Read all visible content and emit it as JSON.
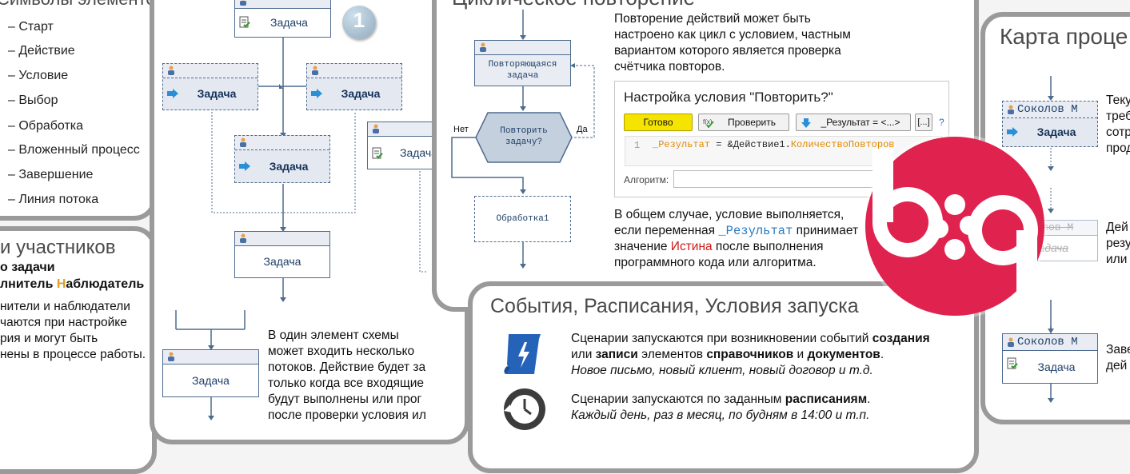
{
  "legend": {
    "title": "Символы элементов",
    "items": [
      "– Старт",
      "– Действие",
      "– Условие",
      "– Выбор",
      "– Обработка",
      "– Вложенный процесс",
      "– Завершение",
      "– Линия потока"
    ]
  },
  "participants": {
    "title": "и участников",
    "line1": "о задачи",
    "line2a": "лнитель ",
    "line2b": "Н",
    "line2c": "аблюдатель",
    "body": [
      "нители и наблюдатели",
      "чаются при настройке",
      "рия и могут быть",
      "нены в процессе работы."
    ]
  },
  "flow": {
    "badge": "1",
    "task": "Задача",
    "desc": [
      "В один элемент схемы",
      "может входить несколько",
      "потоков. Действие будет за",
      "только когда все входящие",
      "будут выполнены или прог",
      "после проверки условия ил"
    ]
  },
  "loop": {
    "title": "Циклическое повторение",
    "intro": [
      "Повторение действий может быть",
      "настроено как цикл с условием, частным",
      "вариантом которого является проверка",
      "счётчика повторов."
    ],
    "repeat_node": "Повторяющаяся задача",
    "cond_node": [
      "Повторить",
      "задачу?"
    ],
    "no": "Нет",
    "yes": "Да",
    "process_node": "Обработка1",
    "dialog_title": "Настройка условия \"Повторить?\"",
    "btn_ready": "Готово",
    "btn_check": "Проверить",
    "btn_result": "_Результат = <...>",
    "btn_dots": "[...]",
    "btn_help": "?",
    "code_line_no": "1",
    "code_var": "_Результат",
    "code_mid": " = &Действие1.",
    "code_prop": "КоличествоПовторов",
    "algo_label": "Алгоритм:",
    "outro_1": "В общем случае, условие выполняется,",
    "outro_2a": "если переменная ",
    "outro_2b": "_Результат",
    "outro_2c": " принимает",
    "outro_3a": "значение ",
    "outro_3b": "Истина",
    "outro_3c": "  после выполнения",
    "outro_4": "программного кода или алгоритма."
  },
  "events": {
    "title": "События, Расписания, Условия запуска",
    "p1": [
      "Сценарии запускаются при возникновении событий ",
      "создания",
      "или ",
      "записи",
      " элементов ",
      "справочников",
      " и ",
      "документов",
      "."
    ],
    "p1_italic": "Новое письмо, новый клиент, новый договор и т.д.",
    "p2a": "Сценарии запускаются по заданным ",
    "p2b": "расписаниям",
    "p2c": ".",
    "p2_italic": "Каждый день, раз в месяц, по будням в 14:00 и т.п."
  },
  "map": {
    "title": "Карта проце",
    "user": "Соколов М",
    "task": "Задача",
    "side1": [
      "Теку",
      "треб",
      "сотр",
      "прод"
    ],
    "side2": [
      "Дей",
      "резу",
      "или"
    ],
    "side3": [
      "Заве",
      "дей"
    ]
  },
  "colors": {
    "logo_red": "#e0234e",
    "node_border": "#4d6b8e",
    "accent_yellow": "#f5e300",
    "panel_border": "#9a9a9a"
  },
  "icons": [
    "person-icon",
    "task-icon",
    "arrow-right-icon",
    "scroll-lightning-icon",
    "clock-icon",
    "error-icon",
    "logo-icon"
  ]
}
